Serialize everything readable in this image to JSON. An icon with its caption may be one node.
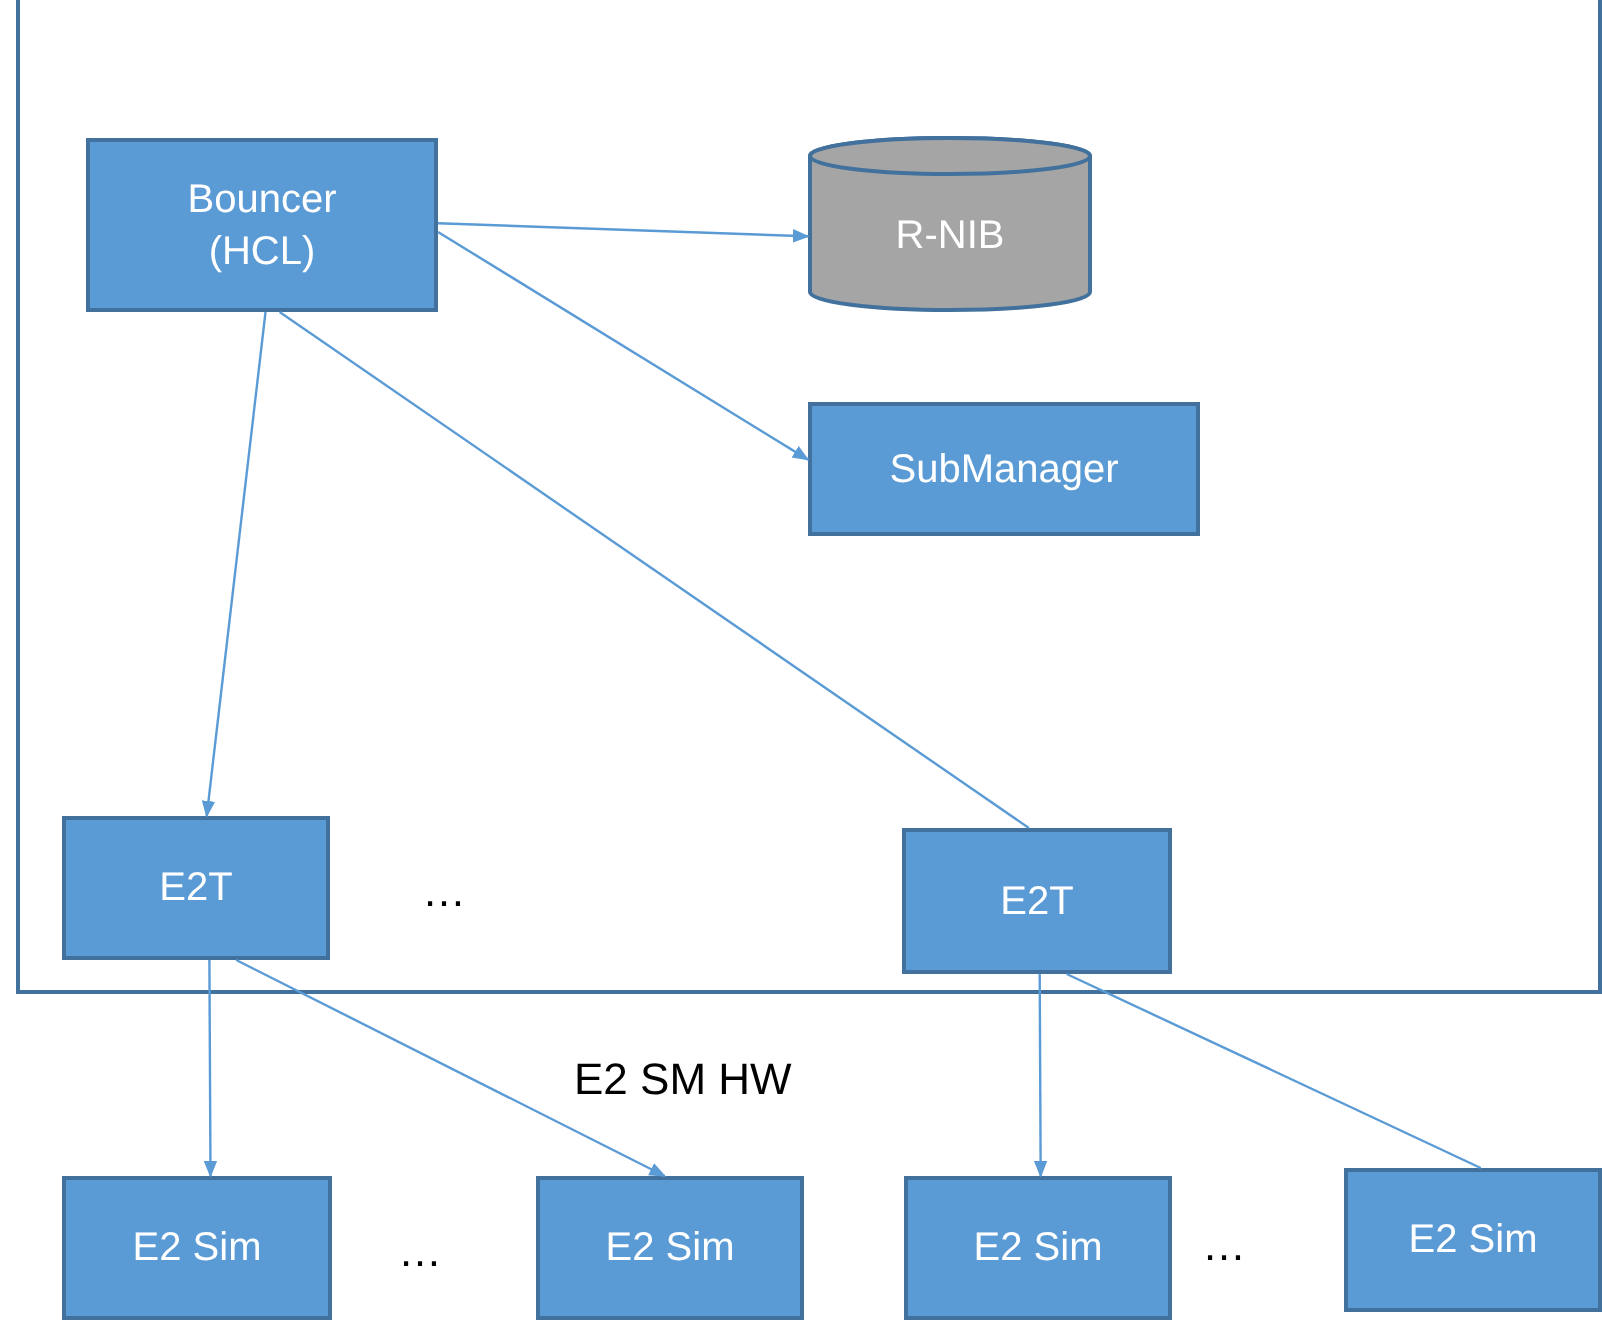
{
  "diagram": {
    "nodes": [
      {
        "text": [],
        "shape": "box"
      },
      {
        "text": [
          "Bouncer (HCL)"
        ],
        "in": 0
      },
      {
        "text": [
          "R-NIB"
        ],
        "in": 0
      },
      {
        "text": [
          "SubManager"
        ],
        "in": 0
      },
      {
        "text": [
          "E2T"
        ],
        "in": 0
      },
      {
        "text": [
          "E2T"
        ],
        "in": 0
      },
      {
        "text": [
          "E2 Sim"
        ]
      },
      {
        "text": [
          "E2 Sim"
        ]
      },
      {
        "text": [
          "E2 Sim"
        ]
      },
      {
        "text": [
          "E2 Sim"
        ]
      }
    ],
    "edges": [
      {
        "from": 1,
        "to": 2,
        "arrow": "to"
      },
      {
        "from": 1,
        "to": 3,
        "arrow": "to"
      },
      {
        "from": 1,
        "to": 4,
        "arrow": "to"
      },
      {
        "from": 1,
        "to": 5,
        "arrow": "none"
      },
      {
        "from": 4,
        "to": 6,
        "arrow": "to"
      },
      {
        "from": 4,
        "to": 7,
        "arrow": "to"
      },
      {
        "from": 5,
        "to": 8,
        "arrow": "to"
      },
      {
        "from": 5,
        "to": 9,
        "arrow": "none"
      }
    ],
    "labels": [
      "…",
      "E2 SM HW",
      "…",
      "…"
    ]
  }
}
